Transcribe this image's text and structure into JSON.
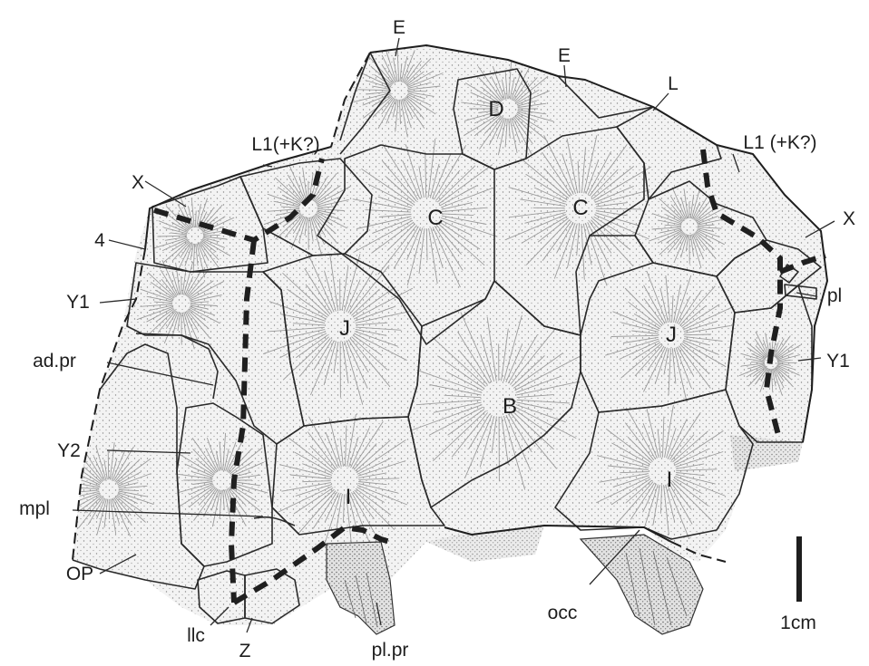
{
  "figure": {
    "labels": {
      "e_left": "E",
      "e_right": "E",
      "d": "D",
      "l": "L",
      "l1_left": "L1(+K?)",
      "l1_right": "L1 (+K?)",
      "x_left": "X",
      "x_right": "X",
      "four": "4",
      "c_left": "C",
      "c_right": "C",
      "y1_left": "Y1",
      "y1_right": "Y1",
      "pl": "pl",
      "j_left": "J",
      "j_right": "J",
      "ad_pr": "ad.pr",
      "b": "B",
      "y2": "Y2",
      "i_left": "I",
      "i_right": "I",
      "mpl": "mpl",
      "op": "OP",
      "occ": "occ",
      "llc": "llc",
      "z": "Z",
      "pl_pr": "pl.pr"
    },
    "scale_bar_label": "1cm"
  }
}
